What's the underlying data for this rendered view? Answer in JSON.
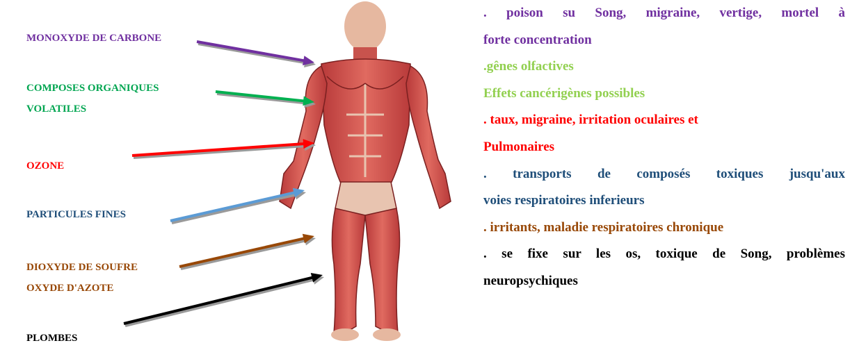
{
  "pollutants": [
    {
      "label": "MONOXYDE DE CARBONE",
      "color": "#7030a0"
    },
    {
      "label_lines": [
        "COMPOSES ORGANIQUES",
        "VOLATILES"
      ],
      "color": "#00a550"
    },
    {
      "label": "OZONE",
      "color": "#ff0000"
    },
    {
      "label": "PARTICULES FINES",
      "color": "#1f4e79"
    },
    {
      "label_lines": [
        "DIOXYDE DE SOUFRE",
        "OXYDE D'AZOTE"
      ],
      "color": "#984807"
    },
    {
      "label": "PLOMBES",
      "color": "#000000"
    }
  ],
  "arrows": [
    {
      "color": "#7030a0"
    },
    {
      "color": "#00b050"
    },
    {
      "color": "#ff0000"
    },
    {
      "color": "#5b9bd5"
    },
    {
      "color": "#984807"
    },
    {
      "color": "#000000"
    }
  ],
  "body_figure": {
    "icon": "muscular-human-body-icon",
    "color": "#d94f4f"
  },
  "effects": [
    {
      "text": ". poison su Song, migraine, vertige, mortel à",
      "color": "#7030a0"
    },
    {
      "text": "forte concentration",
      "color": "#7030a0"
    },
    {
      "text": ".gênes olfactives",
      "color": "#92d050"
    },
    {
      "text": "Effets cancérigènes possibles",
      "color": "#92d050"
    },
    {
      "text": ". taux, migraine, irritation oculaires et",
      "color": "#ff0000"
    },
    {
      "text": "Pulmonaires",
      "color": "#ff0000"
    },
    {
      "text": ". transports de composés toxiques jusqu'aux",
      "color": "#1f4e79"
    },
    {
      "text": "voies respiratoires inferieurs",
      "color": "#1f4e79"
    },
    {
      "text": ". irritants, maladie respiratoires chronique",
      "color": "#984807"
    },
    {
      "text": ". se fixe sur les os, toxique de Song, problèmes",
      "color": "#000000"
    },
    {
      "text": "neuropsychiques",
      "color": "#000000"
    }
  ]
}
